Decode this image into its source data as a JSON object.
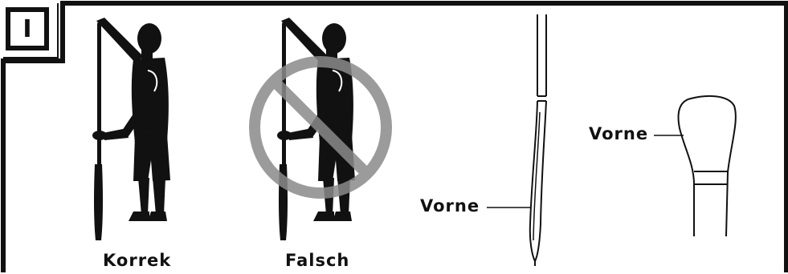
{
  "step": {
    "number": "I"
  },
  "figures": [
    {
      "caption": "Korrek"
    },
    {
      "caption": "Falsch"
    }
  ],
  "side_view": {
    "label": "Vorne"
  },
  "front_view": {
    "label": "Vorne"
  },
  "colors": {
    "ink": "#111111",
    "prohibition": "#8a8a8a"
  }
}
